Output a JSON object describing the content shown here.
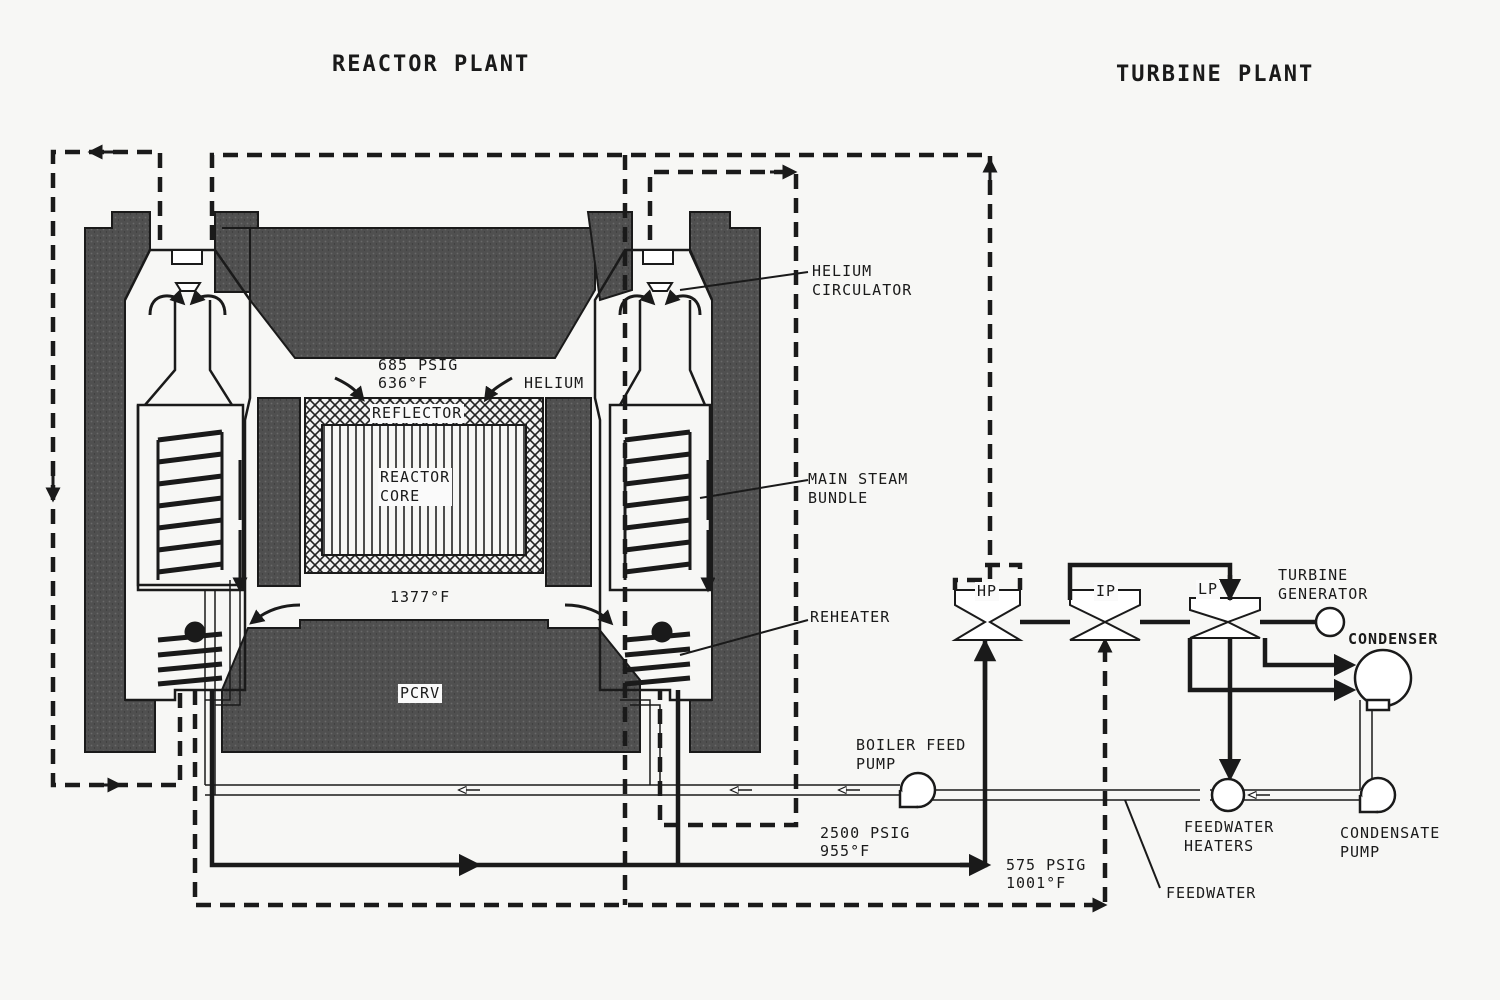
{
  "headers": {
    "reactor_plant": "REACTOR PLANT",
    "turbine_plant": "TURBINE PLANT"
  },
  "reactor": {
    "helium_circulator": "HELIUM\nCIRCULATOR",
    "pressure_top": "685 PSIG",
    "temp_top": "636°F",
    "helium": "HELIUM",
    "reflector": "REFLECTOR",
    "reactor_core": "REACTOR\nCORE",
    "main_steam_bundle": "MAIN STEAM\nBUNDLE",
    "temp_bottom": "1377°F",
    "reheater": "REHEATER",
    "pcrv": "PCRV"
  },
  "turbine": {
    "hp": "HP",
    "ip": "IP",
    "lp": "LP",
    "turbine_generator": "TURBINE\nGENERATOR",
    "condenser": "CONDENSER",
    "boiler_feed_pump": "BOILER FEED\nPUMP",
    "feedwater_heaters": "FEEDWATER\nHEATERS",
    "condensate_pump": "CONDENSATE\nPUMP",
    "main_steam_pressure": "2500 PSIG",
    "main_steam_temp": "955°F",
    "reheat_pressure": "575 PSIG",
    "reheat_temp": "1001°F",
    "feedwater": "FEEDWATER"
  },
  "colors": {
    "ink": "#1a1a1a",
    "concrete": "#4a4a4a",
    "paper": "#f7f7f5"
  }
}
